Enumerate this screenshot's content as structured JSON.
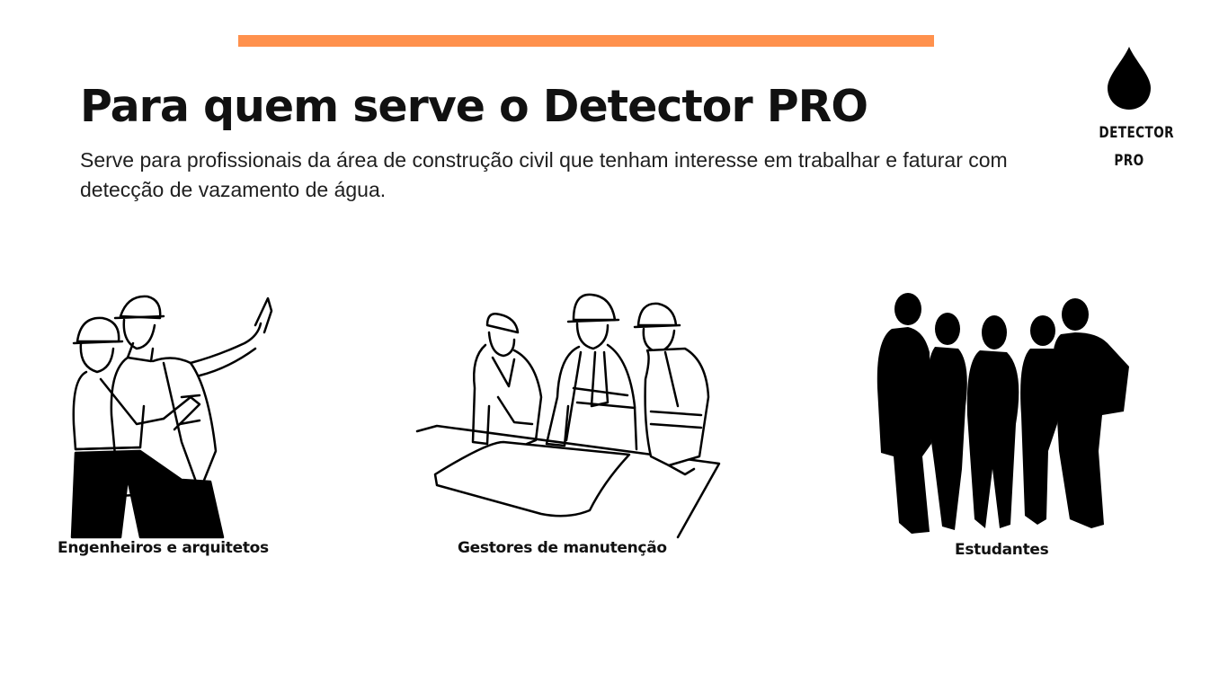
{
  "slide": {
    "title": "Para quem serve o Detector PRO",
    "subtitle": "Serve para profissionais da área de construção civil que tenham interesse em trabalhar e faturar com detecção de vazamento de água."
  },
  "logo": {
    "line1": "DETECTOR",
    "line2": "PRO",
    "icon": "water-drop-icon"
  },
  "audiences": [
    {
      "label": "Engenheiros e arquitetos",
      "illustration": "engineers-pointing-illustration"
    },
    {
      "label": "Gestores de manutenção",
      "illustration": "workers-reviewing-plans-illustration"
    },
    {
      "label": "Estudantes",
      "illustration": "students-silhouette-illustration"
    }
  ],
  "colors": {
    "accent": "#ff914d",
    "text": "#111111",
    "background": "#ffffff"
  }
}
